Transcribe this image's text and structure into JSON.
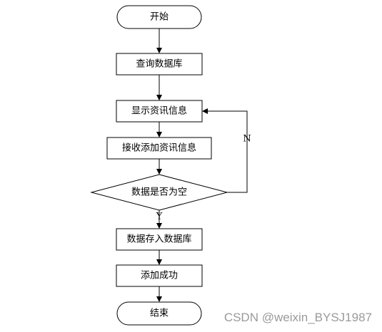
{
  "nodes": {
    "start": "开始",
    "query_db": "查询数据库",
    "show_info": "显示资讯信息",
    "receive_info": "接收添加资讯信息",
    "check_empty": "数据是否为空",
    "save_db": "数据存入数据库",
    "add_success": "添加成功",
    "end": "结束"
  },
  "edge_labels": {
    "no": "N",
    "yes": "Y"
  },
  "watermark": "CSDN @weixin_BYSJ1987",
  "colors": {
    "stroke": "#000000",
    "background": "#ffffff",
    "watermark": "#9a9a9a"
  }
}
